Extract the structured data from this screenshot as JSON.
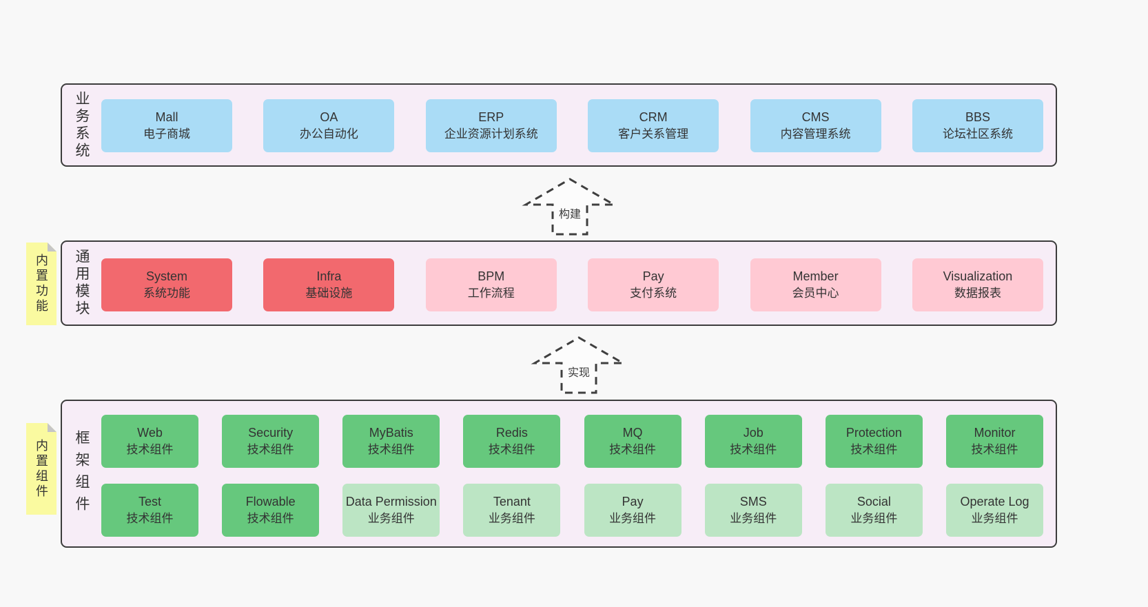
{
  "colors": {
    "page_bg": "#f8f8f8",
    "band_bg": "#f7edf7",
    "band_border": "#3c3c3c",
    "blue_box": "#aadcf6",
    "red_box": "#f2696e",
    "pink_box": "#ffc9d3",
    "green_box": "#66c87d",
    "light_green_box": "#bce5c4",
    "sticky_yellow": "#fafaa0",
    "sticky_fold": "#c6c6c6",
    "text": "#333333"
  },
  "arrows": [
    {
      "label": "构建"
    },
    {
      "label": "实现"
    }
  ],
  "bands": [
    {
      "label": "业务系统",
      "boxes": [
        {
          "title": "Mall",
          "subtitle": "电子商城"
        },
        {
          "title": "OA",
          "subtitle": "办公自动化"
        },
        {
          "title": "ERP",
          "subtitle": "企业资源计划系统"
        },
        {
          "title": "CRM",
          "subtitle": "客户关系管理"
        },
        {
          "title": "CMS",
          "subtitle": "内容管理系统"
        },
        {
          "title": "BBS",
          "subtitle": "论坛社区系统"
        }
      ]
    },
    {
      "label": "通用模块",
      "sticky": "内置功能",
      "boxes": [
        {
          "title": "System",
          "subtitle": "系统功能"
        },
        {
          "title": "Infra",
          "subtitle": "基础设施"
        },
        {
          "title": "BPM",
          "subtitle": "工作流程"
        },
        {
          "title": "Pay",
          "subtitle": "支付系统"
        },
        {
          "title": "Member",
          "subtitle": "会员中心"
        },
        {
          "title": "Visualization",
          "subtitle": "数据报表"
        }
      ]
    },
    {
      "label": "框架组件",
      "sticky": "内置组件",
      "rows": [
        [
          {
            "title": "Web",
            "subtitle": "技术组件"
          },
          {
            "title": "Security",
            "subtitle": "技术组件"
          },
          {
            "title": "MyBatis",
            "subtitle": "技术组件"
          },
          {
            "title": "Redis",
            "subtitle": "技术组件"
          },
          {
            "title": "MQ",
            "subtitle": "技术组件"
          },
          {
            "title": "Job",
            "subtitle": "技术组件"
          },
          {
            "title": "Protection",
            "subtitle": "技术组件"
          },
          {
            "title": "Monitor",
            "subtitle": "技术组件"
          }
        ],
        [
          {
            "title": "Test",
            "subtitle": "技术组件"
          },
          {
            "title": "Flowable",
            "subtitle": "技术组件"
          },
          {
            "title": "Data Permission",
            "subtitle": "业务组件"
          },
          {
            "title": "Tenant",
            "subtitle": "业务组件"
          },
          {
            "title": "Pay",
            "subtitle": "业务组件"
          },
          {
            "title": "SMS",
            "subtitle": "业务组件"
          },
          {
            "title": "Social",
            "subtitle": "业务组件"
          },
          {
            "title": "Operate Log",
            "subtitle": "业务组件"
          }
        ]
      ]
    }
  ]
}
